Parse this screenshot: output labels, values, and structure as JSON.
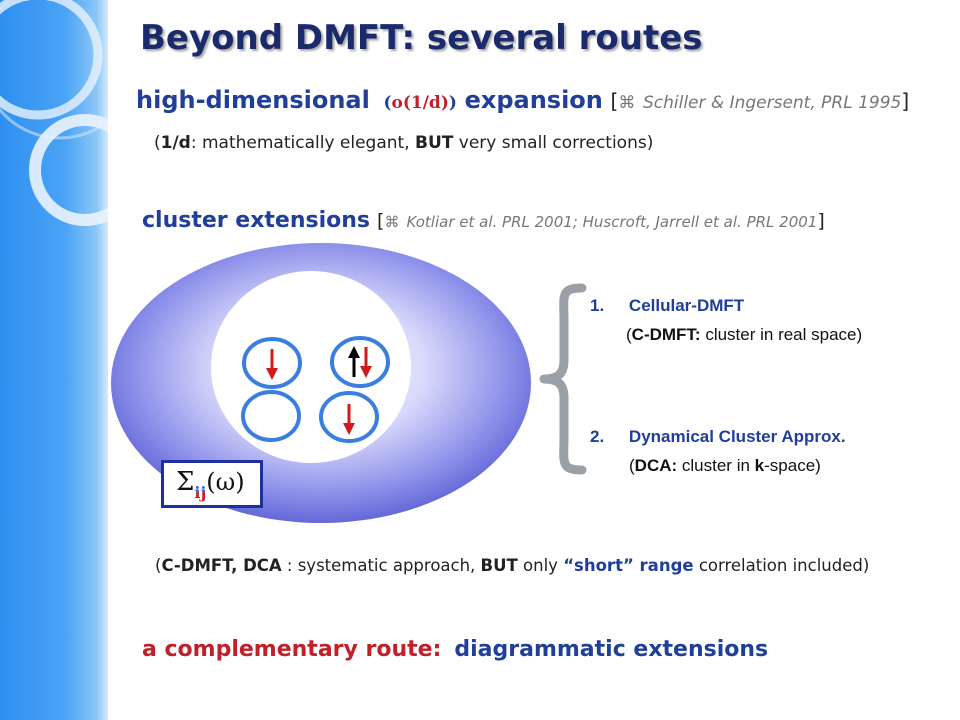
{
  "title": "Beyond DMFT:  several routes",
  "bullet_symbol": "",
  "high_dim": {
    "label": "high-dimensional",
    "order_paren_open": "(",
    "order": "o(1/d)",
    "order_paren_close": ")",
    "expansion": "expansion",
    "bracket_open": "[",
    "cite_symbol": "⌘",
    "citation": "Schiller & Ingersent, PRL 1995",
    "bracket_close": "]",
    "note_open": "(",
    "note_bold": "1/d",
    "note_mid": ": mathematically elegant, ",
    "note_but": "BUT",
    "note_end": " very small corrections)"
  },
  "cluster": {
    "label": "cluster extensions",
    "bracket_open": "[",
    "cite_symbol": "⌘",
    "citation": "Kotliar et al.  PRL 2001;  Huscroft,  Jarrell et al.  PRL 2001",
    "bracket_close": "]"
  },
  "methods": [
    {
      "number": "1.",
      "name": "Cellular-DMFT",
      "desc_open": "(",
      "desc_bold": "C-DMFT:",
      "desc_rest": " cluster in real space)"
    },
    {
      "number": "2.",
      "name": "Dynamical Cluster Approx.",
      "desc_open": "(",
      "desc_bold": "DCA:",
      "desc_mid": " cluster in ",
      "desc_k": "k",
      "desc_rest": "-space)"
    }
  ],
  "self_energy": {
    "sigma": "Σ",
    "sub": "ij",
    "arg": "(ω)"
  },
  "systematic": {
    "open": "(",
    "bold": "C-DMFT, DCA",
    "mid": " : systematic approach,  ",
    "but": "BUT",
    "only": " only ",
    "short": "“short” range",
    "end": " correlation included)"
  },
  "complementary": {
    "label": "a complementary route:",
    "rest": "diagrammatic extensions"
  },
  "colors": {
    "title": "#1a2a6b",
    "blue": "#1f3f9a",
    "red": "#c0202a",
    "citation": "#777777",
    "disk": "#7b7fe0"
  }
}
